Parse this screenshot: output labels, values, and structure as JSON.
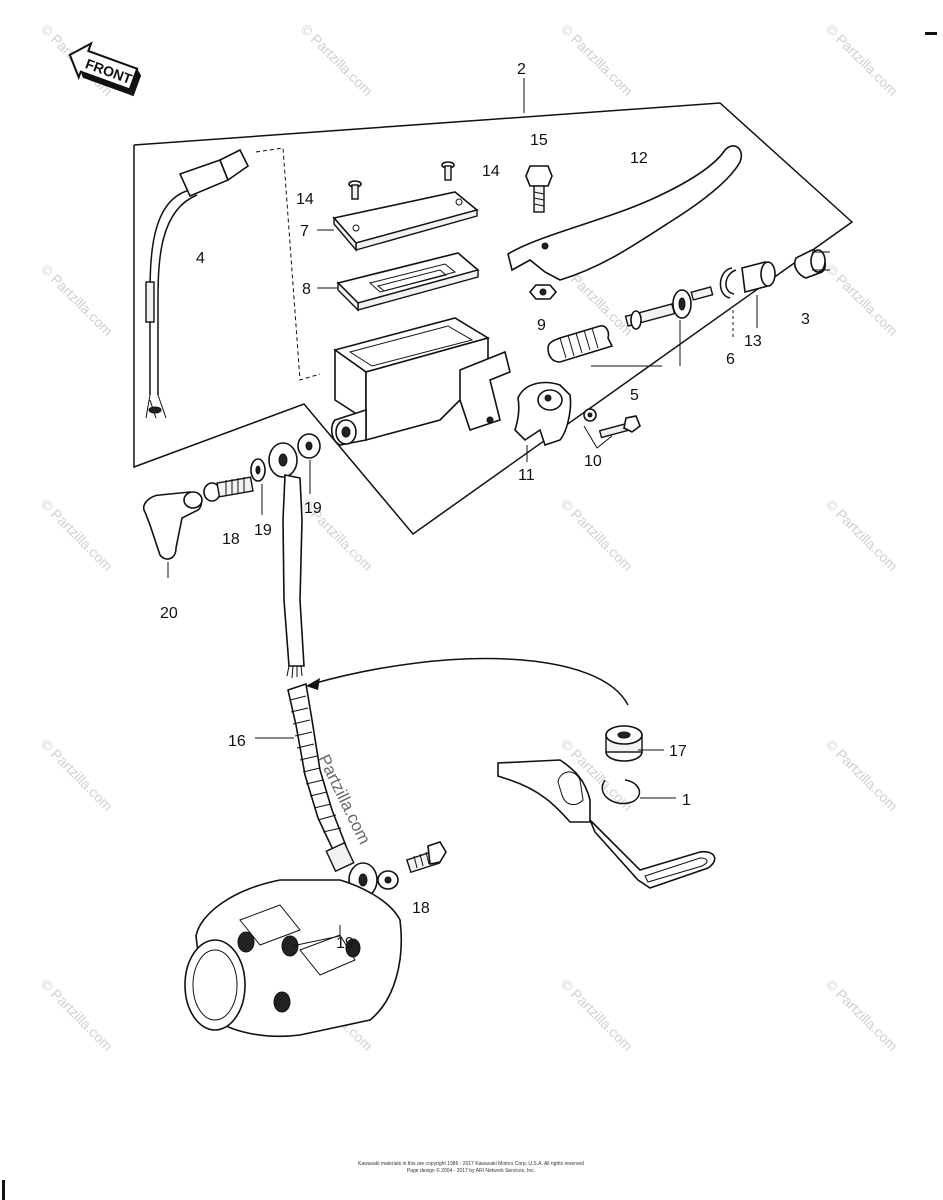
{
  "front_label": "FRONT",
  "watermark": "© Partzilla.com",
  "center_watermark": "Partzilla.com",
  "footer": {
    "line1": "Kawasaki materials in this are copyright 1986 - 2017 Kawasaki Motors Corp, U.S.A. All rights reserved",
    "line2": "Page design © 2004 - 2017 by ARI Network Services, Inc."
  },
  "labels": {
    "n1": "1",
    "n2": "2",
    "n3": "3",
    "n4": "4",
    "n5": "5",
    "n6": "6",
    "n7": "7",
    "n8": "8",
    "n9": "9",
    "n10": "10",
    "n11": "11",
    "n12": "12",
    "n13": "13",
    "n14a": "14",
    "n14b": "14",
    "n15": "15",
    "n16": "16",
    "n17": "17",
    "n18a": "18",
    "n18b": "18",
    "n19a": "19",
    "n19b": "19",
    "n19c": "19",
    "n20": "20"
  }
}
